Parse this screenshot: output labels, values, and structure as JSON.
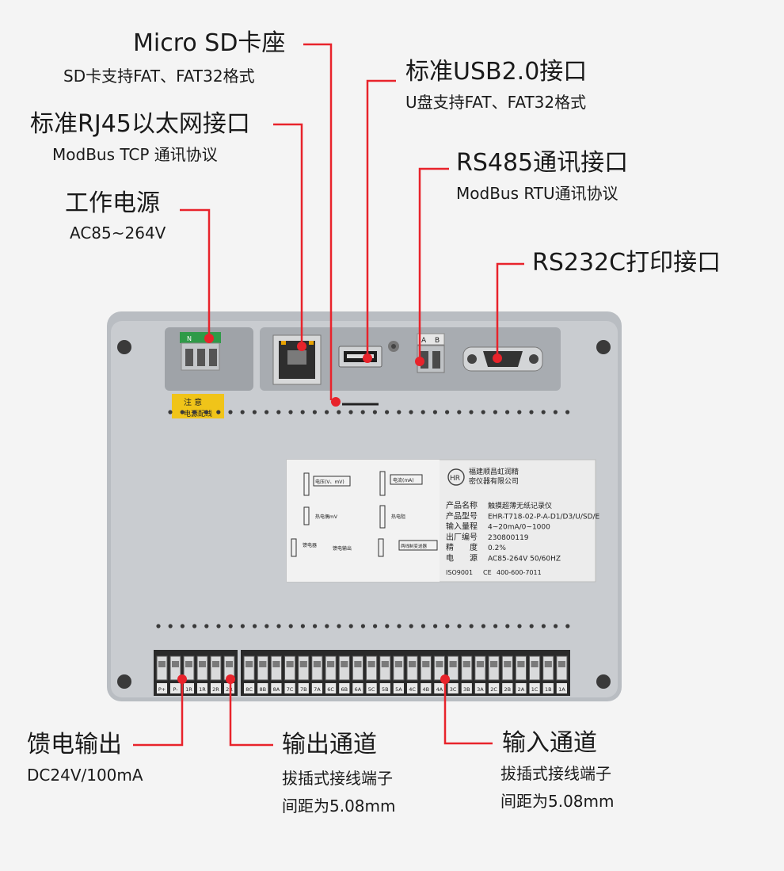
{
  "callouts": {
    "sd": {
      "title": "Micro SD卡座",
      "sub": "SD卡支持FAT、FAT32格式"
    },
    "rj45": {
      "title": "标准RJ45以太网接口",
      "sub": "ModBus TCP 通讯协议"
    },
    "power": {
      "title": "工作电源",
      "sub": "AC85~264V"
    },
    "usb": {
      "title": "标准USB2.0接口",
      "sub": "U盘支持FAT、FAT32格式"
    },
    "rs485": {
      "title": "RS485通讯接口",
      "sub": "ModBus RTU通讯协议"
    },
    "rs232": {
      "title": "RS232C打印接口"
    },
    "feed": {
      "title": "馈电输出",
      "sub": "DC24V/100mA"
    },
    "output": {
      "title": "输出通道",
      "sub1": "拔插式接线端子",
      "sub2": "间距为5.08mm"
    },
    "input": {
      "title": "输入通道",
      "sub1": "拔插式接线端子",
      "sub2": "间距为5.08mm"
    }
  },
  "device": {
    "warning": {
      "line1": "注 意",
      "line2": "电源配线"
    },
    "rs485_terminal": [
      "A",
      "B"
    ],
    "power_terminal": [
      "N"
    ],
    "label": {
      "company1": "福建顺昌虹润精",
      "company2": "密仪器有限公司",
      "logo": "HR",
      "diagram": [
        "电压(V、mV)",
        "电流(mA)",
        "热电偶mV",
        "热电阻",
        "馈电器",
        "馈电输出",
        "两线制变送器"
      ],
      "rows": [
        {
          "k": "产品名称",
          "v": "触摸超薄无纸记录仪"
        },
        {
          "k": "产品型号",
          "v": "EHR-T718-02-P-A-D1/D3/U/SD/E"
        },
        {
          "k": "输入量程",
          "v": "4~20mA/0~1000"
        },
        {
          "k": "出厂编号",
          "v": "230800119"
        },
        {
          "k": "精　　度",
          "v": "0.2%"
        },
        {
          "k": "电　　源",
          "v": "AC85-264V  50/60HZ"
        }
      ],
      "footer": {
        "iso": "ISO9001",
        "ce": "CE",
        "phone": "400-600-7011"
      }
    },
    "terminals_left": [
      "P+",
      "P-",
      "1R",
      "1R",
      "2R",
      "2R"
    ],
    "terminals_right": [
      "8C",
      "8B",
      "8A",
      "7C",
      "7B",
      "7A",
      "6C",
      "6B",
      "6A",
      "5C",
      "5B",
      "5A",
      "4C",
      "4B",
      "4A",
      "3C",
      "3B",
      "3A",
      "2C",
      "2B",
      "2A",
      "1C",
      "1B",
      "1A"
    ]
  },
  "colors": {
    "callout_line": "#e8232b",
    "housing": "#c8cbcf",
    "label_bg": "#e9e9e9"
  }
}
